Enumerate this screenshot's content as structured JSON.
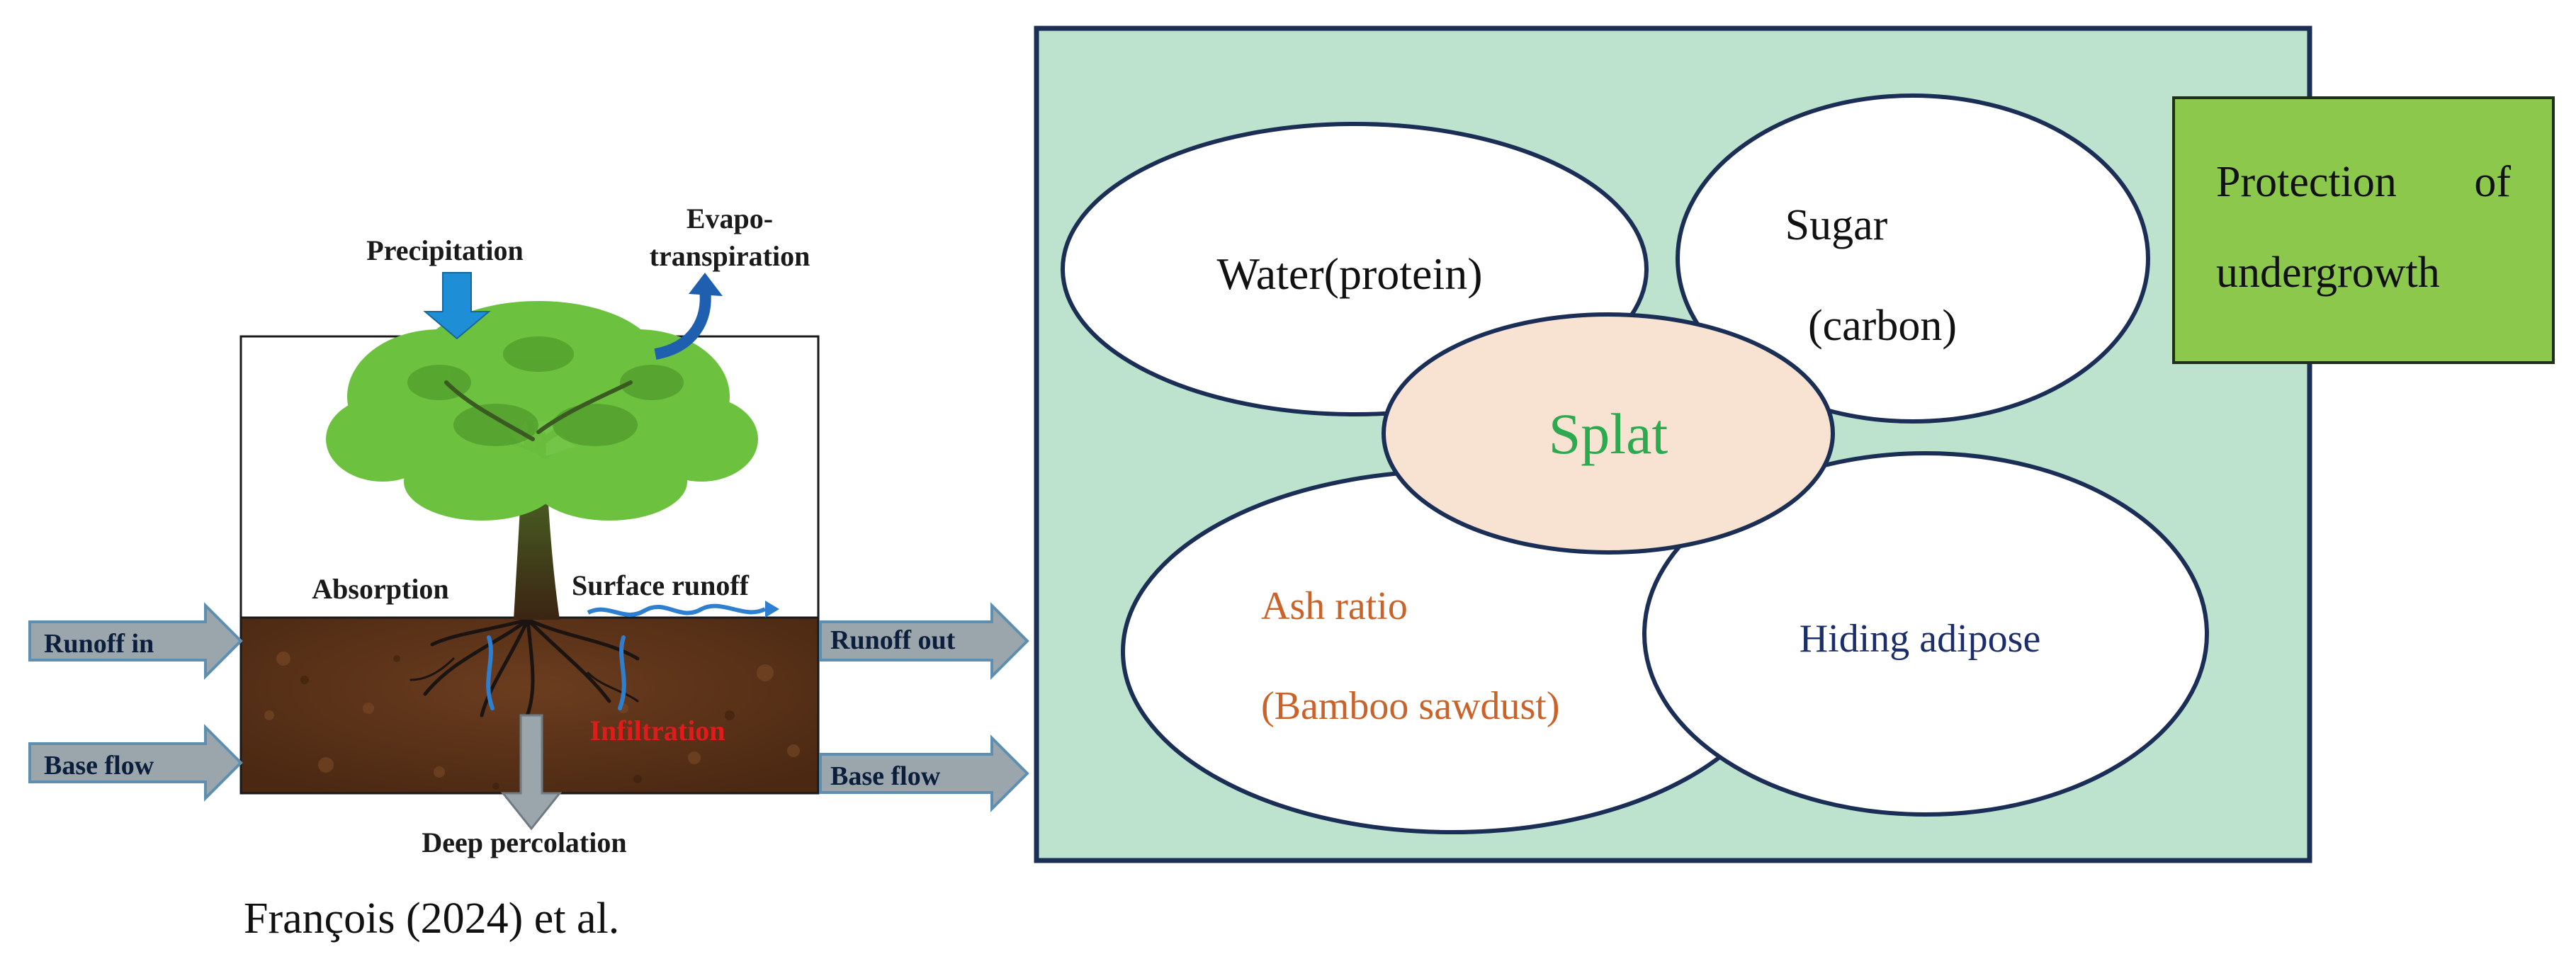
{
  "hydrology_panel": {
    "precipitation": "Precipitation",
    "evapo_line1": "Evapo-",
    "evapo_line2": "transpiration",
    "absorption": "Absorption",
    "surface_runoff": "Surface runoff",
    "infiltration": "Infiltration",
    "deep_percolation": "Deep percolation",
    "runoff_in": "Runoff in",
    "base_flow_left": "Base flow",
    "runoff_out": "Runoff out",
    "base_flow_right": "Base flow"
  },
  "citation": "François (2024) et al.",
  "splat_panel": {
    "center": "Splat",
    "water": "Water(protein)",
    "sugar_line1": "Sugar",
    "sugar_line2": "(carbon)",
    "ash_line1": "Ash ratio",
    "ash_line2": "(Bamboo sawdust)",
    "hiding": "Hiding adipose"
  },
  "protection_box": {
    "word1": "Protection",
    "word2": "of",
    "line2": "undergrowth"
  },
  "colors": {
    "panel_bg": "#bde3cf",
    "panel_border": "#1b2e55",
    "splat_fill": "#f8e3d2",
    "splat_text": "#2da94f",
    "ash_text": "#c9632a",
    "hiding_text": "#1b2e6b",
    "infiltration_text": "#e11b1b",
    "protection_fill": "#8cc84b",
    "arrow_fill": "#9aa6ac",
    "arrow_stroke": "#5f8fb0",
    "water_arrow": "#1e8fd6",
    "soil": "#5a3218",
    "leaf": "#6cc23e"
  }
}
